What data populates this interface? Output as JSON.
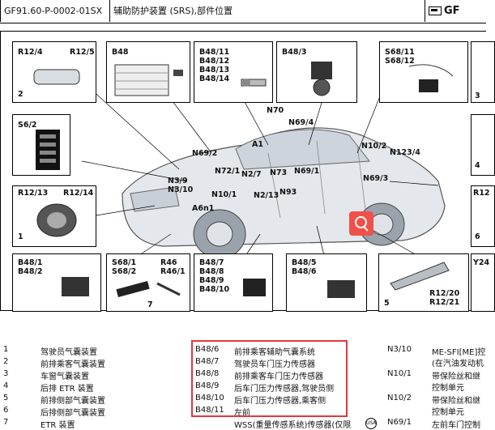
{
  "header": {
    "doc_id": "GF91.60-P-0002-01SX",
    "title": "辅助防护装置 (SRS),部件位置",
    "brand": "GF"
  },
  "figure": {
    "boxes": {
      "b1": {
        "labels": [
          "R12/4",
          "R12/5",
          "2"
        ]
      },
      "b2": {
        "labels": [
          "B48"
        ]
      },
      "b3": {
        "labels": [
          "B48/11",
          "B48/12",
          "B48/13",
          "B48/14"
        ]
      },
      "b4": {
        "labels": [
          "B48/3"
        ]
      },
      "b5": {
        "labels": [
          "S68/11",
          "S68/12"
        ]
      },
      "b6": {
        "labels": [
          "3"
        ]
      },
      "b7": {
        "labels": [
          "S6/2"
        ]
      },
      "b8": {
        "labels": [
          "4"
        ]
      },
      "b9": {
        "labels": [
          "R12/13",
          "R12/14",
          "1"
        ]
      },
      "b10": {
        "labels": [
          "R12",
          "6"
        ]
      },
      "b11": {
        "labels": [
          "B48/1",
          "B48/2"
        ]
      },
      "b12": {
        "labels": [
          "S68/1",
          "S68/2",
          "R46",
          "R46/1",
          "7"
        ]
      },
      "b13": {
        "labels": [
          "B48/7",
          "B48/8",
          "B48/9",
          "B48/10"
        ]
      },
      "b14": {
        "labels": [
          "B48/5",
          "B48/6"
        ]
      },
      "b15": {
        "labels": [
          "5",
          "R12/20",
          "R12/21"
        ]
      },
      "b16": {
        "labels": [
          "Y24"
        ]
      }
    },
    "callouts": [
      "N70",
      "N69/4",
      "A1",
      "N69/2",
      "N72/1",
      "N2/7",
      "N73",
      "N69/1",
      "N10/2",
      "N123/4",
      "N69/3",
      "N3/9",
      "N3/10",
      "N10/1",
      "N2/13",
      "N93",
      "A6n1"
    ]
  },
  "legend_left": [
    {
      "k": "1",
      "v": "驾驶员气囊装置"
    },
    {
      "k": "2",
      "v": "前排乘客气囊装置"
    },
    {
      "k": "3",
      "v": "车窗气囊装置"
    },
    {
      "k": "4",
      "v": "后排 ETR 装置"
    },
    {
      "k": "5",
      "v": "前排侧部气囊装置"
    },
    {
      "k": "6",
      "v": "后排侧部气囊装置"
    },
    {
      "k": "7",
      "v": "ETR 装置"
    }
  ],
  "legend_mid": [
    {
      "k": "B48/6",
      "v": "前排乘客辅助气囊系统"
    },
    {
      "k": "B48/7",
      "v": "驾驶员车门压力传感器"
    },
    {
      "k": "B48/8",
      "v": "前排乘客车门压力传感器"
    },
    {
      "k": "B48/9",
      "v": "后车门压力传感器,驾驶员侧"
    },
    {
      "k": "B48/10",
      "v": "后车门压力传感器,乘客侧"
    },
    {
      "k": "B48/11",
      "v": "左前"
    },
    {
      "k": "",
      "v": "WSS(重量传感系统)传感器(仅限"
    }
  ],
  "legend_mid_badge": "USA",
  "legend_right": [
    {
      "k": "N3/10",
      "v": "ME-SFI[ME]控"
    },
    {
      "k": "",
      "v": "(在汽油发动机"
    },
    {
      "k": "N10/1",
      "v": "带保险丝和继"
    },
    {
      "k": "",
      "v": "控制单元"
    },
    {
      "k": "N10/2",
      "v": "带保险丝和继"
    },
    {
      "k": "",
      "v": "控制单元"
    },
    {
      "k": "N69/1",
      "v": "左前车门控制"
    }
  ],
  "colors": {
    "highlight": "#e0393e",
    "zoom_button": "#f0504a"
  },
  "icons": {
    "zoom": "magnifier-icon",
    "logo": "gf-logo-icon"
  }
}
